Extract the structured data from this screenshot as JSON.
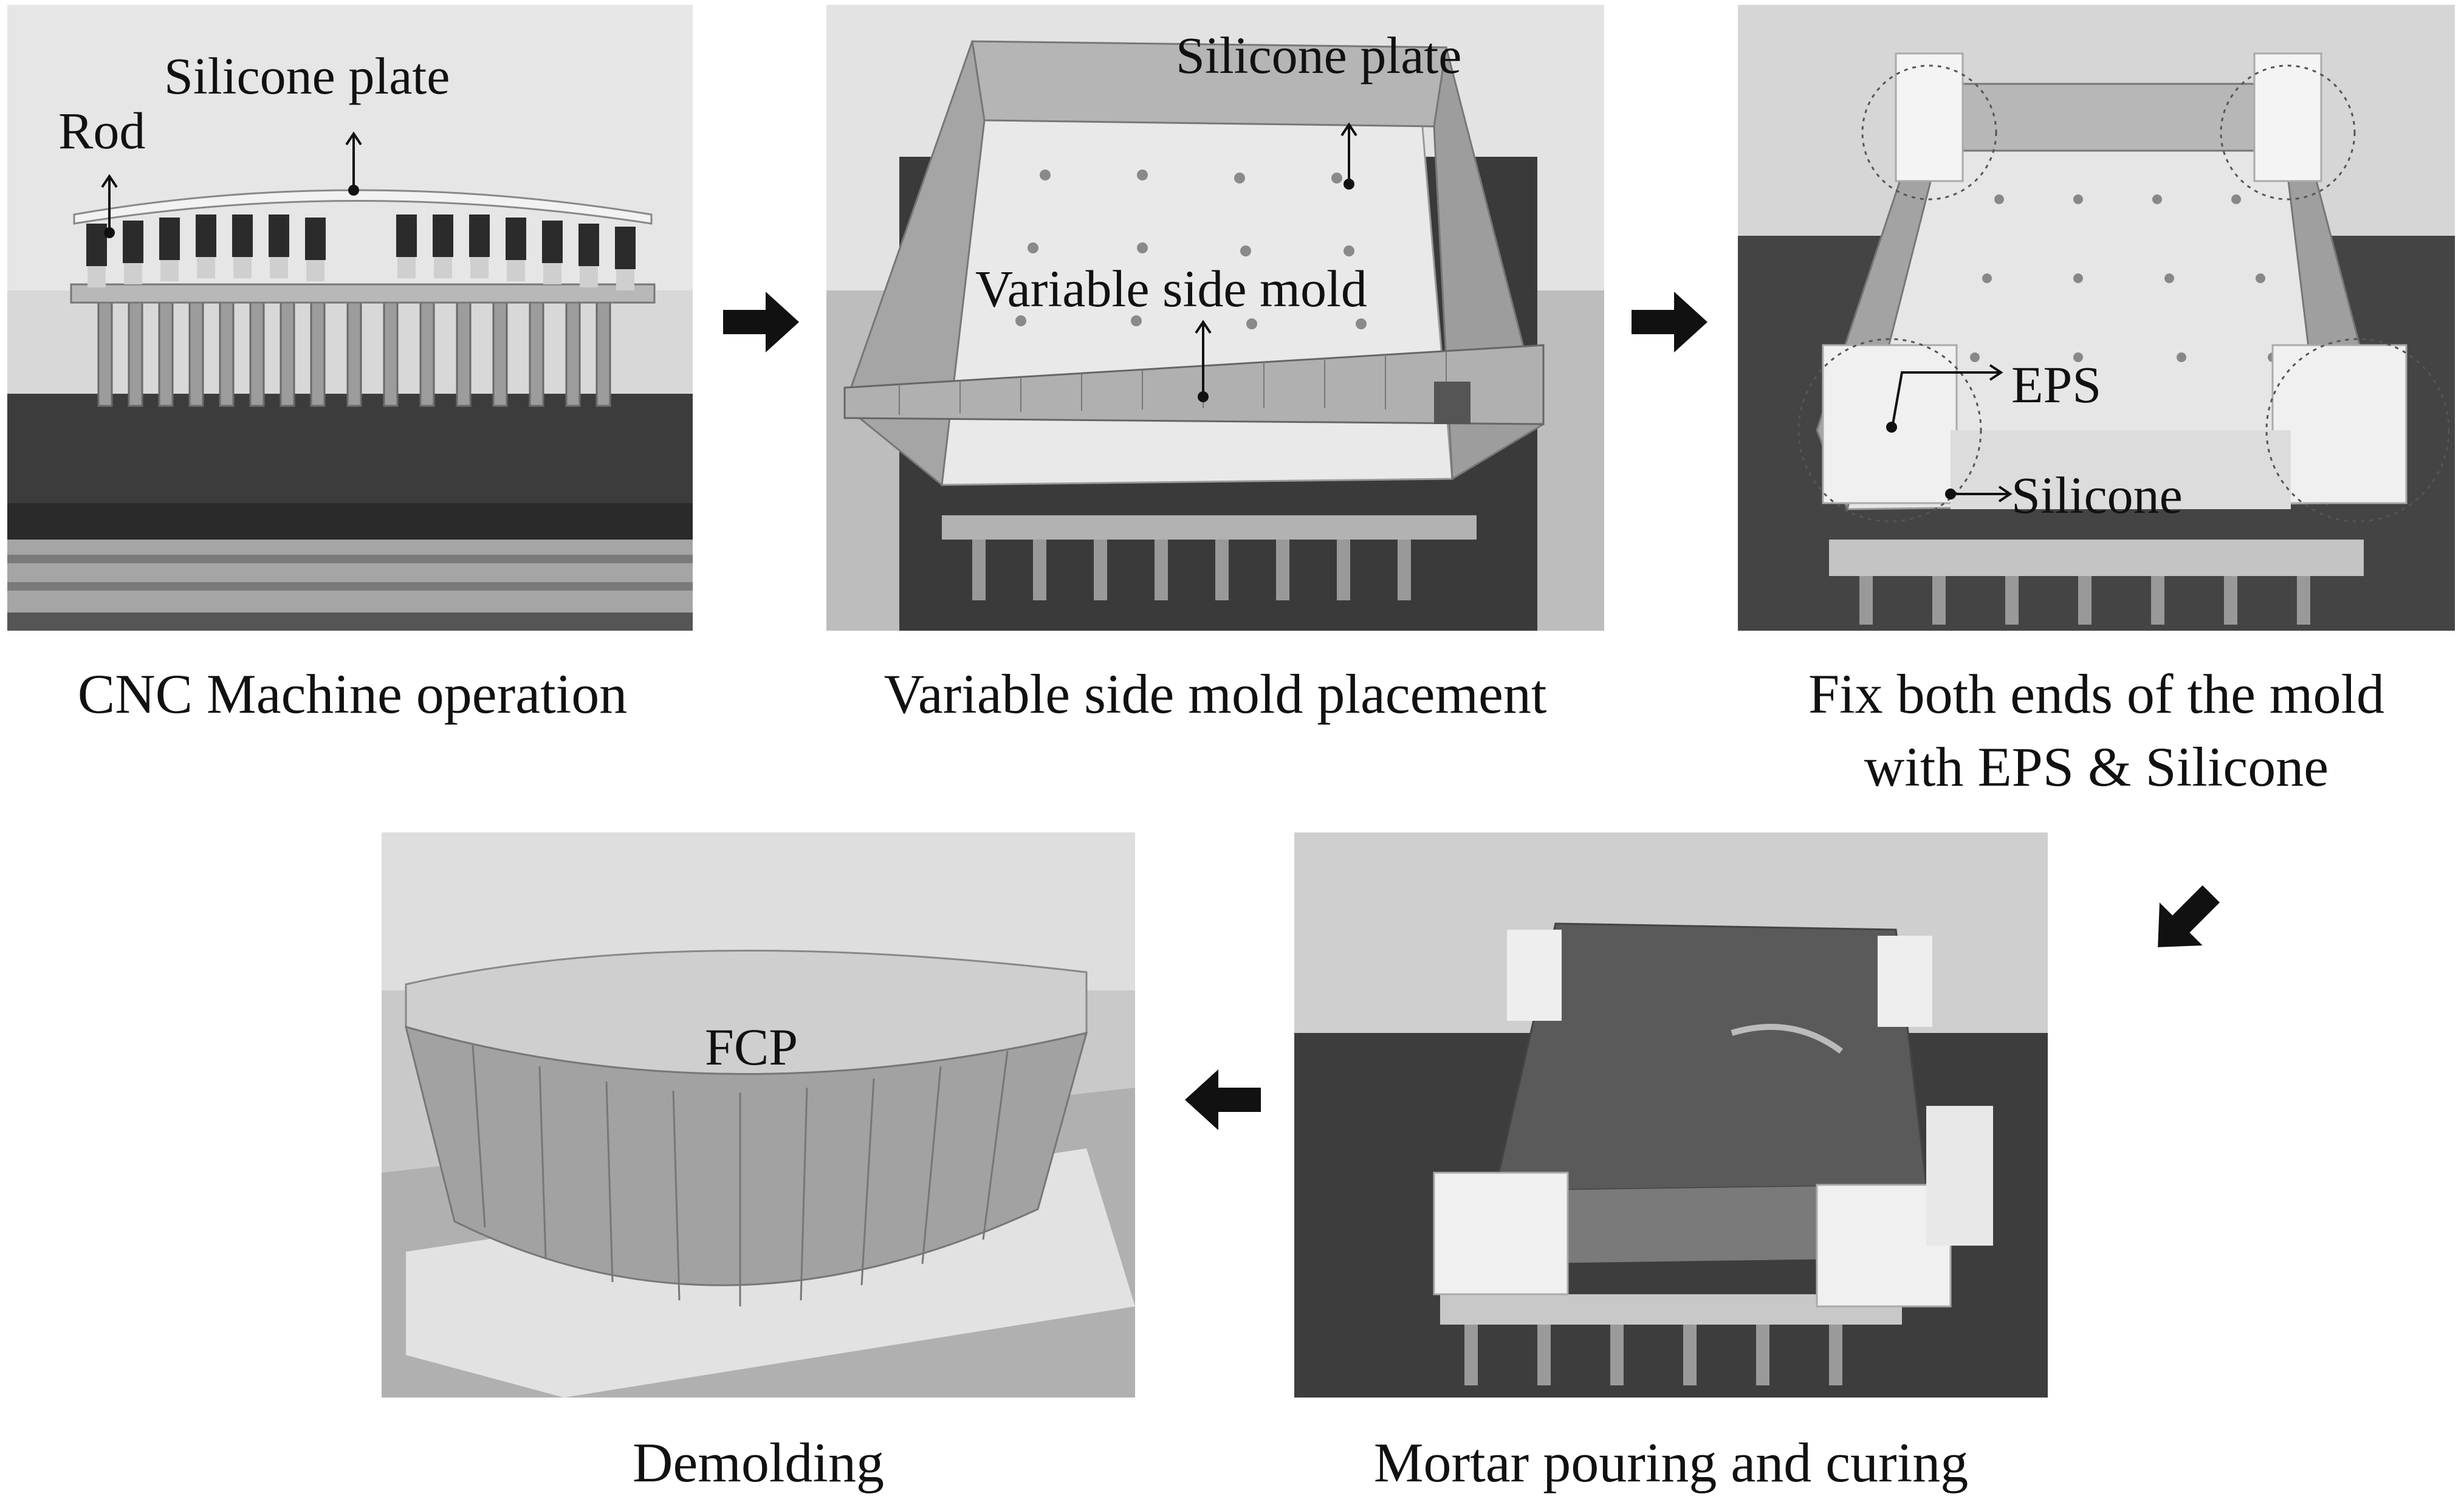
{
  "steps": [
    {
      "caption": "CNC Machine operation",
      "labels": {
        "rod": "Rod",
        "silicone_plate": "Silicone plate"
      }
    },
    {
      "caption": "Variable side mold placement",
      "labels": {
        "silicone_plate": "Silicone plate",
        "variable_side_mold": "Variable side mold"
      }
    },
    {
      "caption_line1": "Fix both ends of the mold",
      "caption_line2": "with EPS & Silicone",
      "labels": {
        "eps": "EPS",
        "silicone": "Silicone"
      }
    },
    {
      "caption": "Mortar pouring and curing"
    },
    {
      "caption": "Demolding",
      "labels": {
        "fcp": "FCP"
      }
    }
  ],
  "palette": {
    "ink": "#111111",
    "photo_dark": "#3a3a3a",
    "photo_mid": "#8c8c8c",
    "photo_light": "#d9d9d9"
  }
}
